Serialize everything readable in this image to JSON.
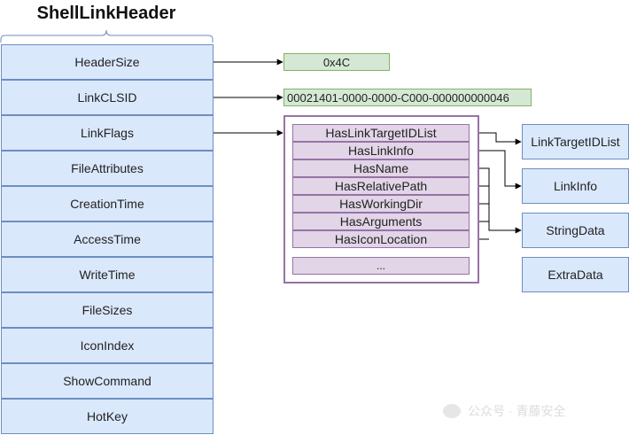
{
  "title": "ShellLinkHeader",
  "fields": [
    "HeaderSize",
    "LinkCLSID",
    "LinkFlags",
    "FileAttributes",
    "CreationTime",
    "AccessTime",
    "WriteTime",
    "FileSizes",
    "IconIndex",
    "ShowCommand",
    "HotKey"
  ],
  "header_size_value": "0x4C",
  "link_clsid_value": "00021401-0000-0000-C000-000000000046",
  "link_flags": [
    "HasLinkTargetIDList",
    "HasLinkInfo",
    "HasName",
    "HasRelativePath",
    "HasWorkingDir",
    "HasArguments",
    "HasIconLocation"
  ],
  "flags_more": "...",
  "structures": [
    "LinkTargetIDList",
    "LinkInfo",
    "StringData",
    "ExtraData"
  ],
  "watermark": "公众号 · 青藤安全",
  "colors": {
    "field_fill": "#dae8fc",
    "field_stroke": "#6c8ebf",
    "value_fill": "#d5e8d4",
    "value_stroke": "#82b366",
    "flag_fill": "#e1d5e7",
    "flag_stroke": "#9673a6"
  }
}
